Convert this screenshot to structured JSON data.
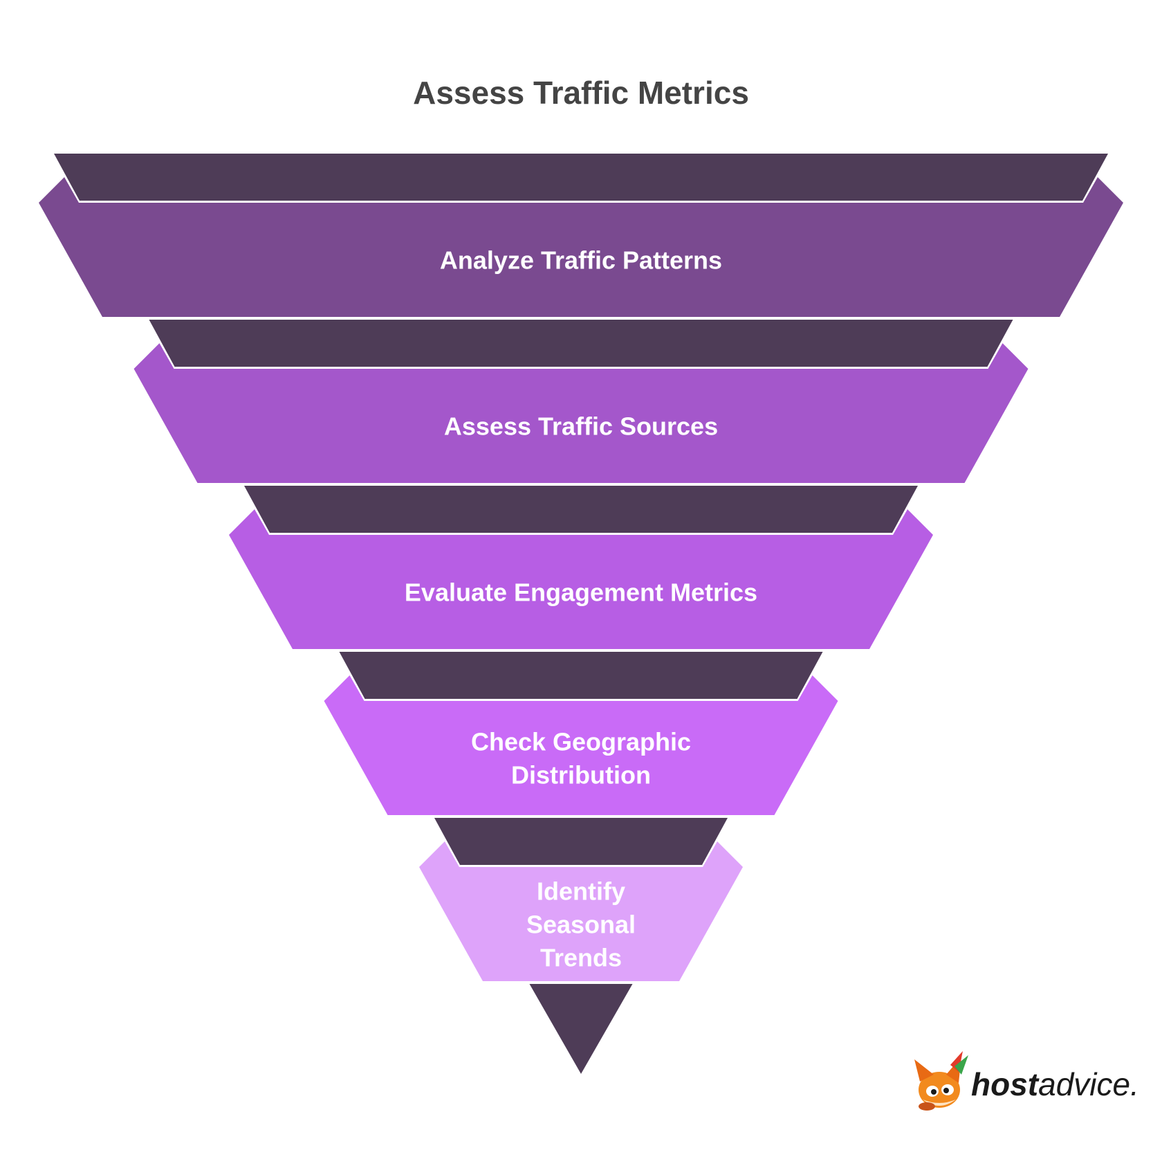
{
  "title": "Assess Traffic Metrics",
  "stages": [
    {
      "label_lines": [
        "Analyze Traffic Patterns"
      ],
      "color": "#7a4a90"
    },
    {
      "label_lines": [
        "Assess Traffic Sources"
      ],
      "color": "#a457cb"
    },
    {
      "label_lines": [
        "Evaluate Engagement Metrics"
      ],
      "color": "#b75ee4"
    },
    {
      "label_lines": [
        "Check Geographic",
        "Distribution"
      ],
      "color": "#c96bf7"
    },
    {
      "label_lines": [
        "Identify",
        "Seasonal",
        "Trends"
      ],
      "color": "#dea3fa"
    }
  ],
  "logo": {
    "host": "host",
    "advice": "advice",
    "dot": "."
  },
  "colors": {
    "band_dark": "#4e3c57",
    "title_text": "#444444",
    "label_text": "#ffffff",
    "logo_text": "#1a1a1a"
  },
  "icons": {
    "logo": "fox-mascot-icon"
  }
}
